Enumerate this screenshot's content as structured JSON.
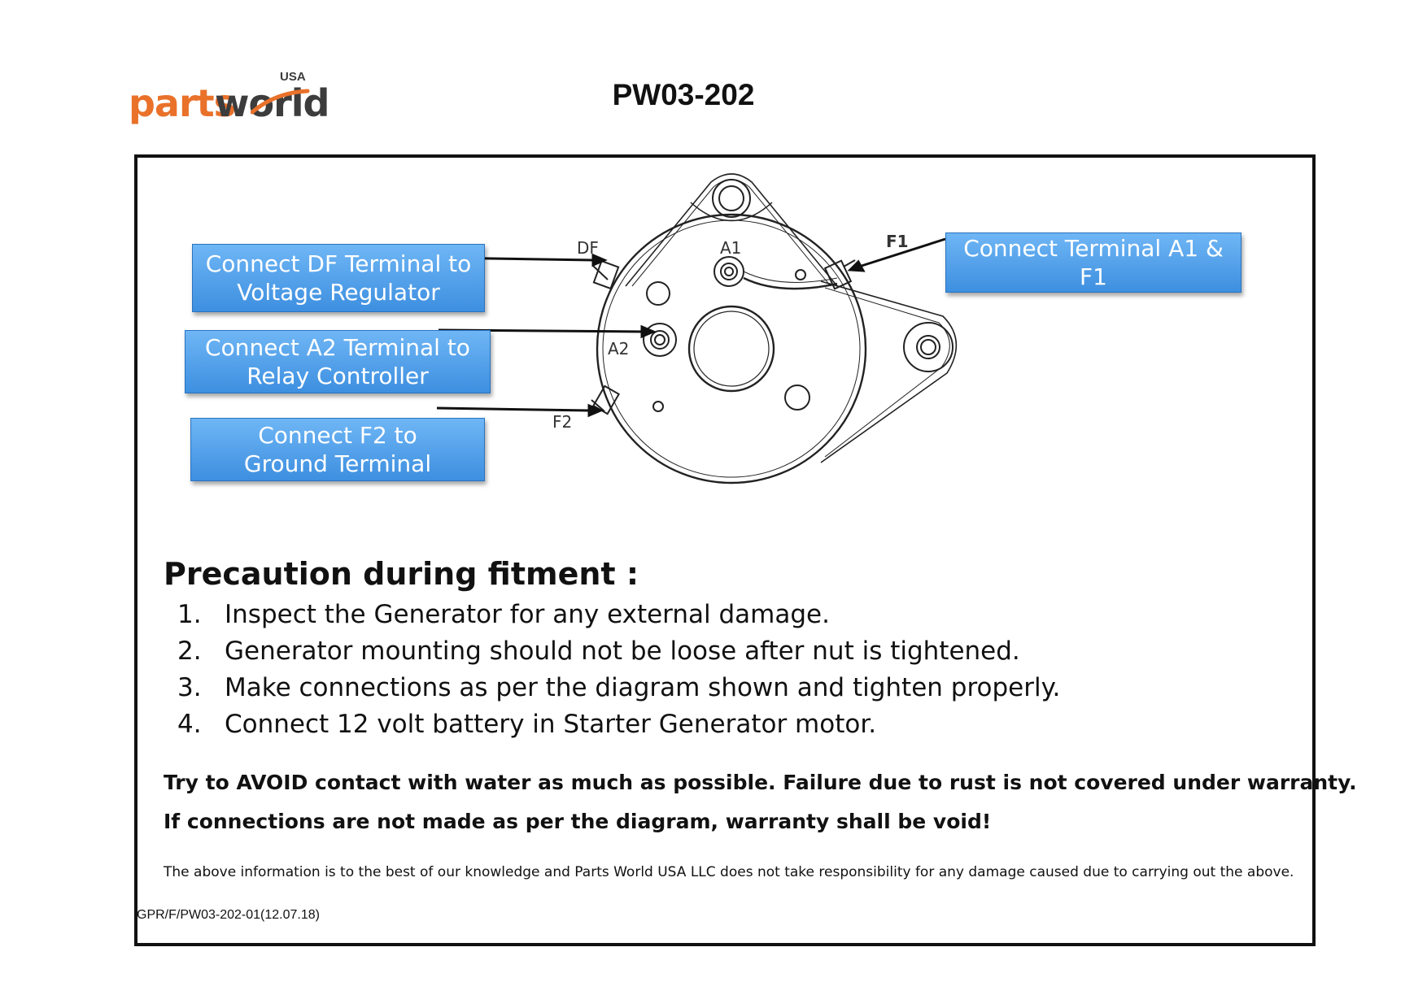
{
  "header": {
    "logo": {
      "word1": "parts",
      "word2": "world",
      "superscript": "USA"
    },
    "title": "PW03-202"
  },
  "diagram": {
    "terminal_labels": {
      "df": "DF",
      "a1": "A1",
      "f1": "F1",
      "a2": "A2",
      "f2": "F2"
    },
    "callouts": {
      "df": {
        "line1": "Connect DF Terminal to",
        "line2": "Voltage Regulator"
      },
      "a2": {
        "line1": "Connect  A2 Terminal to",
        "line2": "Relay Controller"
      },
      "f2": {
        "line1": "Connect  F2 to",
        "line2": "Ground Terminal"
      },
      "a1f1": {
        "line1": "Connect Terminal A1 & F1"
      }
    }
  },
  "precautions": {
    "heading": "Precaution during fitment :",
    "steps": [
      {
        "num": "1.",
        "text": "Inspect the Generator for any external damage."
      },
      {
        "num": "2.",
        "text": "Generator mounting should not be loose after nut is tightened."
      },
      {
        "num": "3.",
        "text": "Make connections as per the diagram shown and tighten properly."
      },
      {
        "num": "4.",
        "text": "Connect 12 volt battery in Starter Generator motor."
      }
    ]
  },
  "warnings": [
    "Try to AVOID contact with water as much as possible. Failure due to rust is not covered under warranty.",
    "If connections are not made as per the diagram, warranty shall be void!"
  ],
  "disclaimer": "The above information is to the best of our knowledge and Parts World USA LLC does not take responsibility for any damage caused due to carrying out the above.",
  "doc_ref": "GPR/F/PW03-202-01(12.07.18)"
}
